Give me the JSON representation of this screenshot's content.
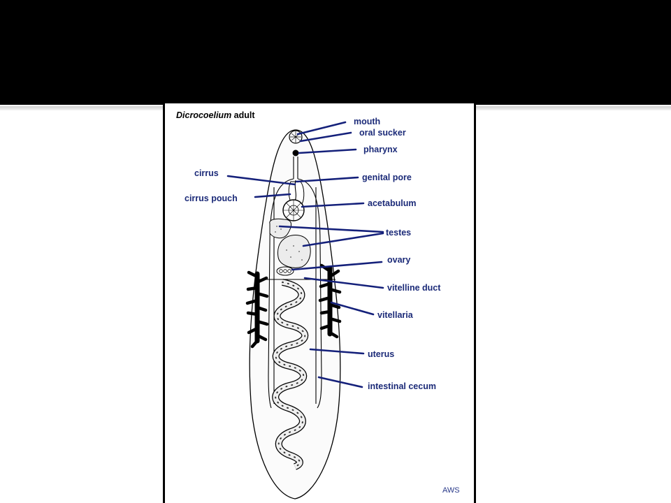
{
  "figure": {
    "caption_italic": "Dicrocoelium",
    "caption_rest": " adult",
    "credit": "AWS",
    "labels": {
      "mouth": "mouth",
      "oral_sucker": "oral sucker",
      "pharynx": "pharynx",
      "cirrus": "cirrus",
      "genital_pore": "genital pore",
      "cirrus_pouch": "cirrus pouch",
      "acetabulum": "acetabulum",
      "testes": "testes",
      "ovary": "ovary",
      "vitelline_duct": "vitelline duct",
      "vitellaria": "vitellaria",
      "uterus": "uterus",
      "intestinal_cecum": "intestinal cecum"
    }
  }
}
